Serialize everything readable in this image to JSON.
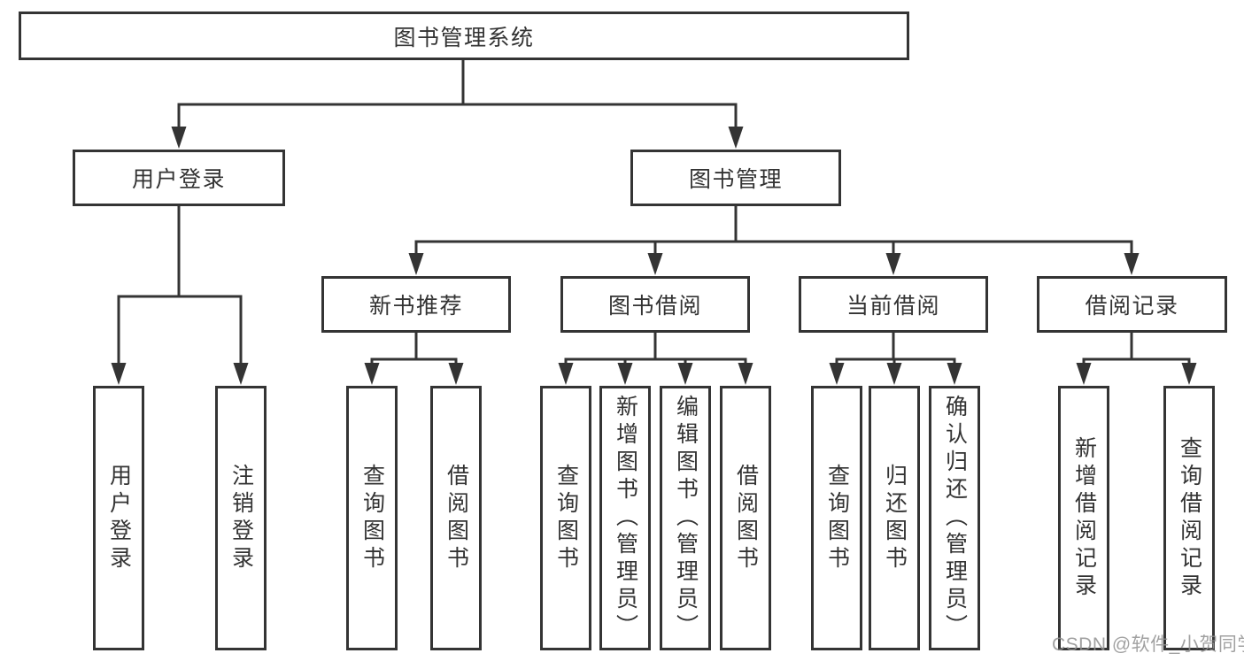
{
  "tree": {
    "root": {
      "label": "图书管理系统"
    },
    "level1": [
      {
        "label": "用户登录",
        "children": [
          "用户登录",
          "注销登录"
        ]
      },
      {
        "label": "图书管理",
        "sections": [
          {
            "label": "新书推荐",
            "children": [
              "查询图书",
              "借阅图书"
            ]
          },
          {
            "label": "图书借阅",
            "children": [
              "查询图书",
              "新增图书（管理员）",
              "编辑图书（管理员）",
              "借阅图书"
            ]
          },
          {
            "label": "当前借阅",
            "children": [
              "查询图书",
              "归还图书",
              "确认归还（管理员）"
            ]
          },
          {
            "label": "借阅记录",
            "children": [
              "新增借阅记录",
              "查询借阅记录"
            ]
          }
        ]
      }
    ]
  },
  "watermark": "CSDN @软件_小贺同学",
  "colors": {
    "line": "#343434",
    "text": "#333333",
    "watermark": "#919191",
    "background": "#ffffff"
  }
}
